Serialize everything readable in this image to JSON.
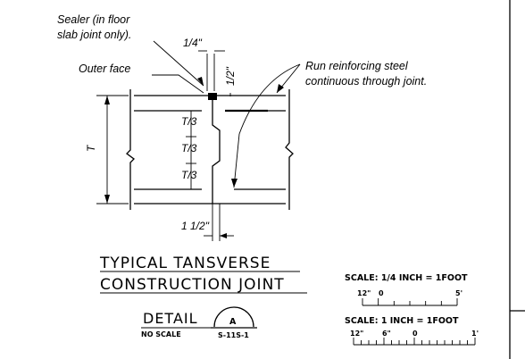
{
  "notes": {
    "sealer_line1": "Sealer (in floor",
    "sealer_line2": "slab joint only).",
    "outer_face": "Outer face",
    "run_line1": "Run reinforcing steel",
    "run_line2": "continuous through joint."
  },
  "dimensions": {
    "quarter": "1/4\"",
    "half": "1/2\"",
    "one_half": "1 1/2\"",
    "total_thickness": "T",
    "third": "T/3"
  },
  "title": {
    "line1": "TYPICAL TANSVERSE",
    "line2": "CONSTRUCTION JOINT"
  },
  "detail": {
    "label": "DETAIL",
    "scale_note": "NO SCALE",
    "callout_letter": "A",
    "sheet_ref": "S-11S-1"
  },
  "scales": {
    "quarter": {
      "label": "SCALE: 1/4 INCH = 1FOOT",
      "ticks": [
        "12\"",
        "0",
        "5'"
      ]
    },
    "one": {
      "label": "SCALE: 1 INCH = 1FOOT",
      "ticks": [
        "12\"",
        "6\"",
        "0",
        "1'"
      ]
    }
  }
}
